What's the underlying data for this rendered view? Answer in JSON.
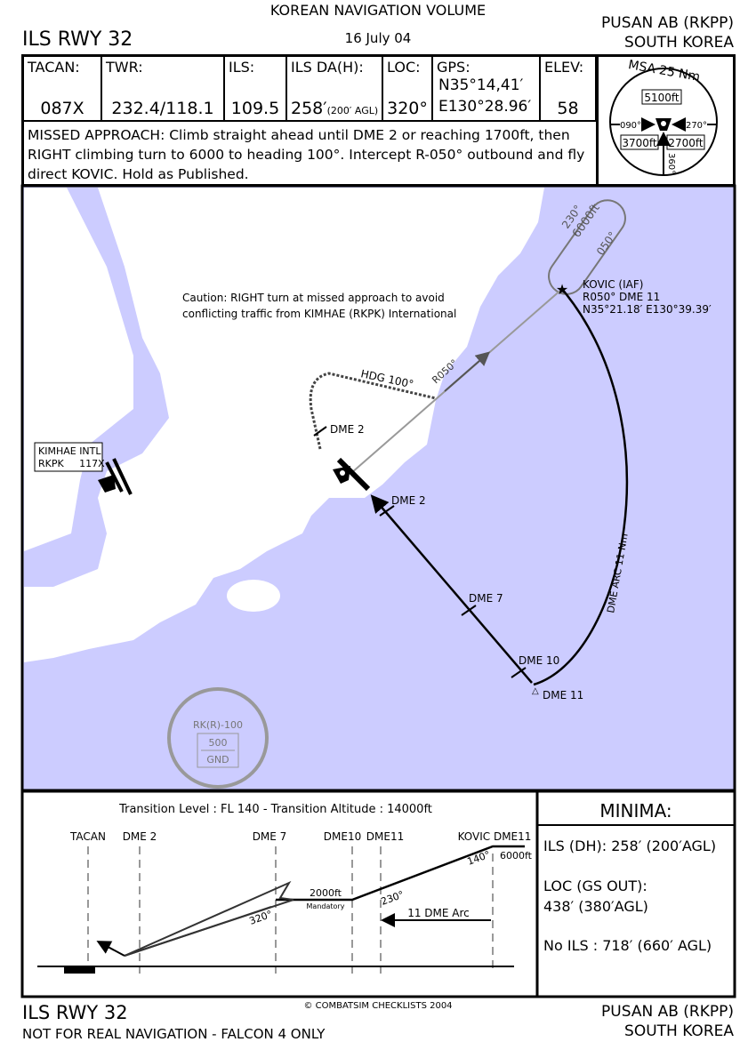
{
  "header": {
    "volume": "KOREAN NAVIGATION VOLUME",
    "date": "16 July 04",
    "procedure": "ILS RWY 32",
    "airport": "PUSAN AB (RKPP)",
    "country": "SOUTH KOREA"
  },
  "info": [
    {
      "label": "TACAN:",
      "value": "087X"
    },
    {
      "label": "TWR:",
      "value": "232.4/118.1"
    },
    {
      "label": "ILS:",
      "value": "109.5"
    },
    {
      "label": "ILS DA(H):",
      "value": "258′",
      "sub": "(200′ AGL)"
    },
    {
      "label": "LOC:",
      "value": "320°"
    },
    {
      "label": "GPS:",
      "value": "N35°14,41′",
      "value2": "E130°28.96′"
    },
    {
      "label": "ELEV:",
      "value": "58"
    }
  ],
  "missed_approach": "MISSED APPROACH: Climb straight ahead until DME 2 or reaching 1700ft, then RIGHT climbing turn to 6000 to heading 100°. Intercept R-050° outbound and fly direct KOVIC. Hold as Published.",
  "msa": {
    "title": "MSA 25 Nm",
    "north": "5100ft",
    "sw": "3700ft",
    "se": "2700ft",
    "b1": "090°",
    "b2": "270°",
    "b3": "360°"
  },
  "map": {
    "caution": [
      "Caution: RIGHT turn at missed approach to avoid",
      "conflicting traffic from KIMHAE (RKPK) International"
    ],
    "kovic": [
      "KOVIC (IAF)",
      "R050° DME 11",
      "N35°21.18′ E130°39.39′"
    ],
    "hold": {
      "out": "230°",
      "alt": "6000ft",
      "in": "050°"
    },
    "hdg": "HDG 100°",
    "radial": "R050°",
    "dme2_missed": "DME 2",
    "dme2": "DME 2",
    "dme7": "DME 7",
    "dme10": "DME 10",
    "dme11": "DME 11",
    "arc": "DME ARC 11 Nm",
    "kimhae": [
      "KIMHAE INTL",
      "RKPK     117X"
    ],
    "restricted": {
      "name": "RK(R)-100",
      "top": "500",
      "bottom": "GND"
    },
    "colors": {
      "water": "#ccccff",
      "land": "#ffffff"
    }
  },
  "profile": {
    "transition": "Transition Level : FL 140  -  Transition Altitude : 14000ft",
    "fixes": [
      "TACAN",
      "DME 2",
      "DME 7",
      "DME10",
      "DME11",
      "KOVIC DME11"
    ],
    "alt_kovic": "6000ft",
    "crs140": "140°",
    "crs230": "230°",
    "crs320": "320°",
    "alt2000": "2000ft",
    "mandatory": "Mandatory",
    "arc": "11 DME Arc"
  },
  "minima": {
    "title": "MINIMA:",
    "ils": "ILS (DH): 258′ (200′AGL)",
    "loc1": "LOC (GS OUT):",
    "loc2": "438′ (380′AGL)",
    "noils": "No ILS : 718′ (660′ AGL)"
  },
  "footer": {
    "procedure": "ILS RWY 32",
    "disclaimer": "NOT FOR REAL NAVIGATION - FALCON 4 ONLY",
    "copyright": "© COMBATSIM CHECKLISTS 2004",
    "airport": "PUSAN AB (RKPP)",
    "country": "SOUTH KOREA"
  }
}
